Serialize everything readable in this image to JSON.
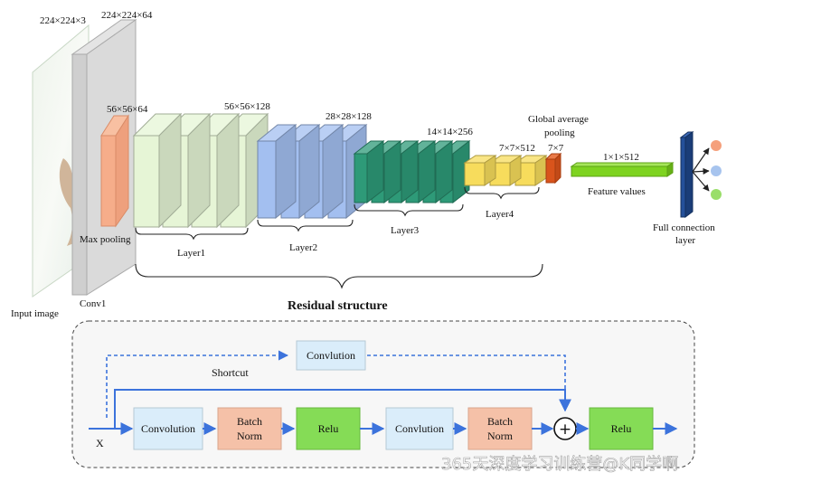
{
  "input": {
    "size": "224×224×3",
    "label": "Input image"
  },
  "conv1": {
    "size": "224×224×64",
    "label": "Conv1"
  },
  "maxpool": {
    "size": "56×56×64",
    "label": "Max pooling"
  },
  "layer1": {
    "size": "56×56×128",
    "label": "Layer1"
  },
  "layer2": {
    "size": "28×28×128",
    "label": "Layer2"
  },
  "layer3": {
    "size": "14×14×256",
    "label": "Layer3"
  },
  "layer4": {
    "size": "7×7×512",
    "label": "Layer4"
  },
  "gap": {
    "size": "7×7",
    "label_line1": "Global average",
    "label_line2": "pooling"
  },
  "features": {
    "size": "1×1×512",
    "label": "Feature values"
  },
  "fc": {
    "label_line1": "Full connection",
    "label_line2": "layer"
  },
  "residual": {
    "title": "Residual structure",
    "shortcut_label": "Shortcut",
    "shortcut_block": "Convlution",
    "input_label": "X",
    "blocks": {
      "conv_a": "Convolution",
      "bn_a_line1": "Batch",
      "bn_a_line2": "Norm",
      "relu_a": "Relu",
      "conv_b": "Convlution",
      "bn_b_line1": "Batch",
      "bn_b_line2": "Norm",
      "relu_out": "Relu"
    },
    "add_symbol": "+"
  },
  "watermark": "365天深度学习训练营@K同学啊",
  "colors": {
    "maxpool": "#f6ad8a",
    "layer1": "#e6f5d6",
    "layer2": "#a3bff0",
    "layer3": "#2e9a78",
    "layer4": "#f7dc5c",
    "gap": "#d9541c",
    "features": "#7ed320",
    "fc": "#24509a",
    "conv_box": "#daedfa",
    "bn_box": "#f5c1a8",
    "relu_box": "#85dc56",
    "arrow": "#3c73dc"
  }
}
